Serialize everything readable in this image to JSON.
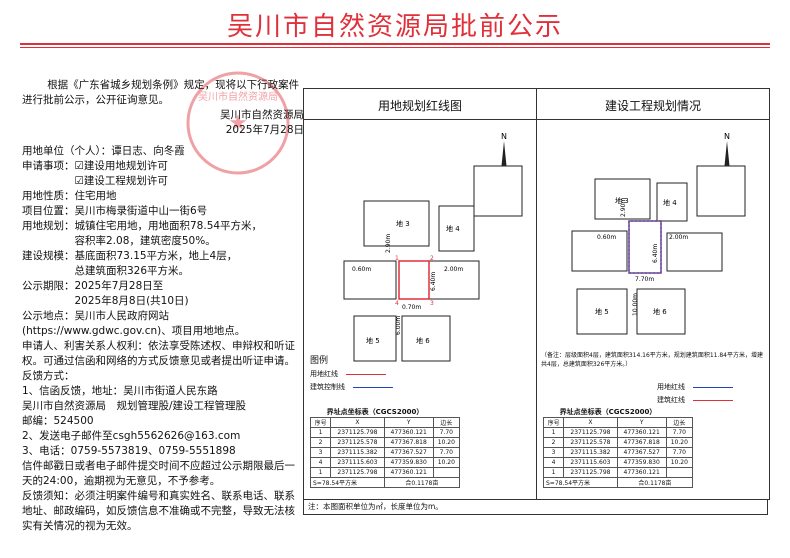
{
  "header": {
    "title": "吴川市自然资源局批前公示"
  },
  "notice": {
    "intro": "根据《广东省城乡规划条例》规定，现将以下行政案件进行批前公示，公开征询意见。",
    "signer": "吴川市自然资源局",
    "date": "2025年7月28日"
  },
  "stamp": {
    "text": "吴川市自然资源局",
    "color": "#e0303a"
  },
  "details": [
    "用地单位（个人）：谭日志、向冬霞",
    "申请事项：☑建设用地规划许可",
    "　　　　　☑建设工程规划许可",
    "用地性质：住宅用地",
    "项目位置：吴川市梅录街道中山一街6号",
    "用地规划：城镇住宅用地，用地面积78.54平方米，",
    "　　　　　容积率2.08，建筑密度50%。",
    "建设规模：基底面积73.15平方米，地上4层，",
    "　　　　　总建筑面积326平方米。",
    "公示期限：2025年7月28日至",
    "　　　　　2025年8月8日(共10日)",
    "公示地点：吴川市人民政府网站",
    "(https://www.gdwc.gov.cn)、项目用地地点。",
    "申请人、利害关系人权利：依法享受陈述权、申辩权和听证权。可通过信函和网络的方式反馈意见或者提出听证申请。",
    "反馈方式：",
    "1、信函反馈，地址：吴川市街道人民东路",
    "吴川市自然资源局　规划管理股/建设工程管理股",
    "邮编：524500",
    "2、发送电子邮件至csgh5562626@163.com",
    "3、电话：0759-5573819、0759-5551898",
    "信件邮戳日或者电子邮件提交时间不应超过公示期限最后一天的24:00，逾期视为无意见，不予参考。",
    "反馈须知：必须注明案件编号和真实姓名、联系电话、联系地址、邮政编码，如反馈信息不准确或不完整，导致无法核实有关情况的视为无效。"
  ],
  "left_panel": {
    "title": "用地规划红线图",
    "dims": [
      "2.90m",
      "0.60m",
      "2.00m",
      "6.40m",
      "0.70m",
      "6.00m"
    ],
    "lots": [
      "地 3",
      "地 4",
      "地 5",
      "地 6"
    ],
    "legend_title": "图例",
    "legend": [
      {
        "label": "用地红线",
        "color": "#e0303a"
      },
      {
        "label": "建筑控制线",
        "color": "#2244bb"
      }
    ],
    "table_title": "界址点坐标表（CGCS2000）",
    "headers": [
      "序号",
      "X",
      "Y",
      "边长"
    ],
    "rows": [
      [
        "1",
        "2371125.798",
        "477360.121",
        "7.70"
      ],
      [
        "2",
        "2371125.578",
        "477367.818",
        "10.20"
      ],
      [
        "3",
        "2371115.382",
        "477367.527",
        "7.70"
      ],
      [
        "4",
        "2371115.603",
        "477359.830",
        "10.20"
      ],
      [
        "1",
        "2371125.798",
        "477360.121",
        ""
      ]
    ],
    "area": "S=78.54平方米",
    "area_mu": "合0.1178亩"
  },
  "right_panel": {
    "title": "建设工程规划情况",
    "dims": [
      "2.90m",
      "0.60m",
      "2.00m",
      "6.40m",
      "7.70m",
      "10.00m"
    ],
    "lots": [
      "地 3",
      "地 4",
      "地 5",
      "地 6"
    ],
    "desc": "（备注：层级面积4层，建筑面积314.16平方米，规划建筑面积11.84平方米，增建共4层，总建筑面积326平方米。）",
    "legend": [
      {
        "label": "用地红线",
        "color": "#2244bb"
      },
      {
        "label": "建筑红线",
        "color": "#e0303a"
      }
    ],
    "table_title": "界址点坐标表（CGCS2000）",
    "headers": [
      "序号",
      "X",
      "Y",
      "边长"
    ],
    "rows": [
      [
        "1",
        "2371125.798",
        "477360.121",
        "7.70"
      ],
      [
        "2",
        "2371125.578",
        "477367.818",
        "10.20"
      ],
      [
        "3",
        "2371115.382",
        "477367.527",
        "7.70"
      ],
      [
        "4",
        "2371115.603",
        "477359.830",
        "10.20"
      ],
      [
        "1",
        "2371125.798",
        "477360.121",
        ""
      ]
    ],
    "area": "S=78.54平方米",
    "area_mu": "合0.1178亩"
  },
  "footnote": "注：本图面积单位为㎡，长度单位为m。"
}
